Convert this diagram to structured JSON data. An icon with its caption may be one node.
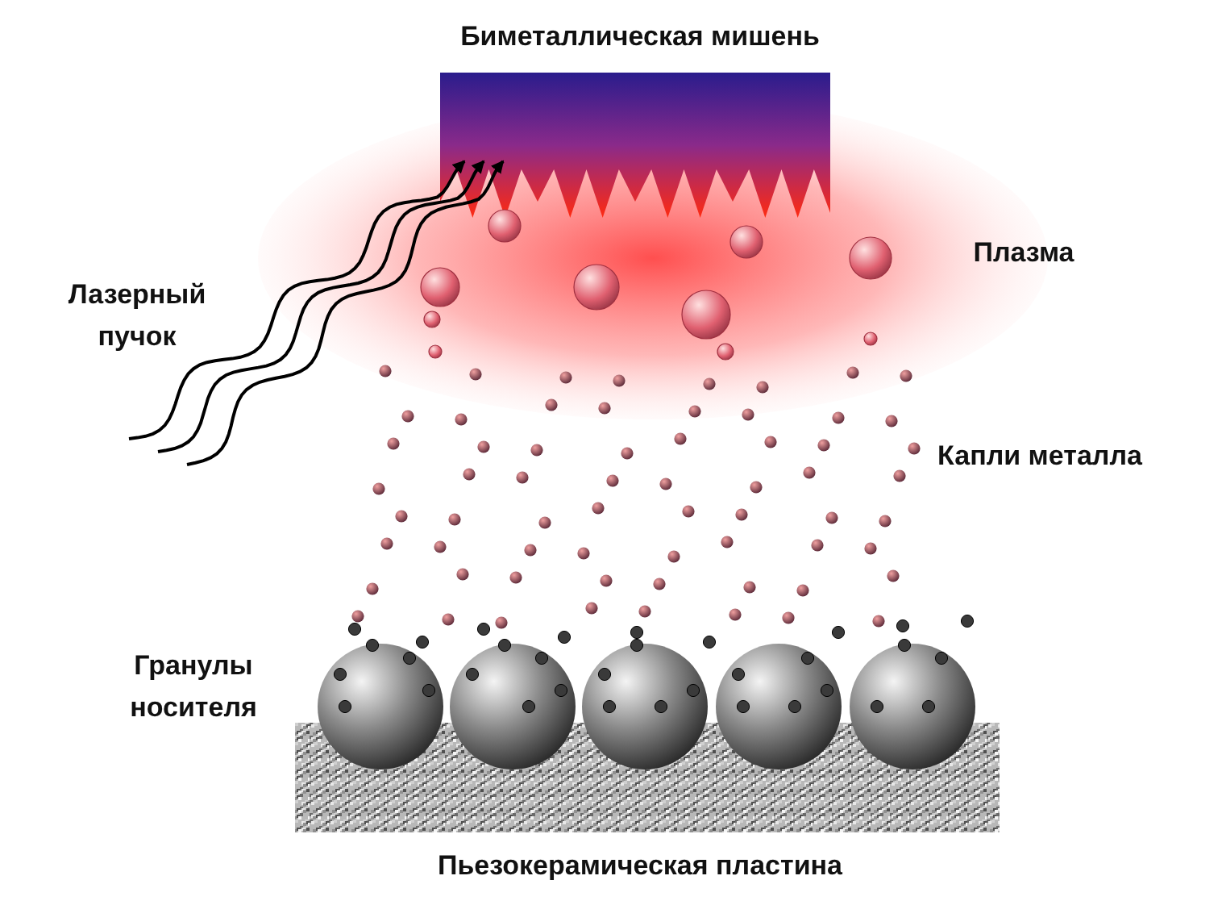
{
  "diagram": {
    "labels": [
      "Биметаллическая мишень",
      "Плазма",
      "Лазерный пучок",
      "Капли металла",
      "Гранулы носителя",
      "Пьезокерамическая пластина"
    ]
  }
}
